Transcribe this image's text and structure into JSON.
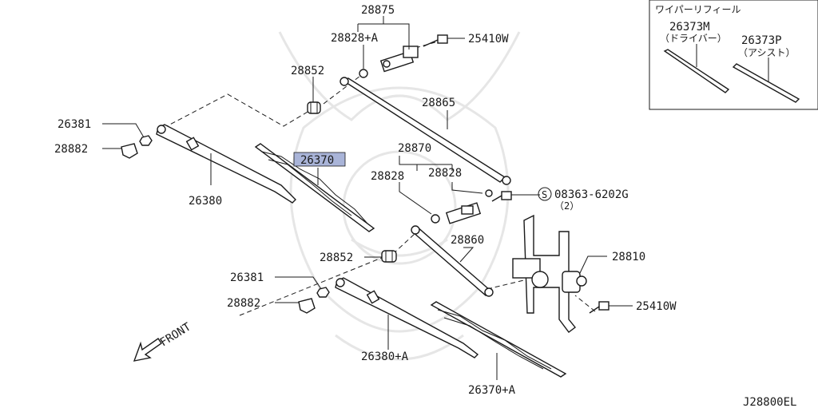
{
  "diagram_id": "J28800EL",
  "front_label": "FRONT",
  "highlight_color": "#a9b4d8",
  "inset": {
    "title": "ワイパーリフィール",
    "driver_part": "26373M",
    "driver_note": "（ドライバー）",
    "assist_part": "26373P",
    "assist_note": "（アシスト）"
  },
  "labels": {
    "p28875": "28875",
    "p28828A": "28828+A",
    "p25410W_top": "25410W",
    "p28852_top": "28852",
    "p28865": "28865",
    "p26381_top": "26381",
    "p28882_top": "28882",
    "p26370": "26370",
    "p28870": "28870",
    "p28828_l": "28828",
    "p28828_r": "28828",
    "p26380": "26380",
    "screw_code": "08363-6202G",
    "screw_symbol": "S",
    "screw_qty": "（2）",
    "p28860": "28860",
    "p28852_bot": "28852",
    "p28810": "28810",
    "p26381_bot": "26381",
    "p28882_bot": "28882",
    "p25410W_bot": "25410W",
    "p26380A": "26380+A",
    "p26370A": "26370+A"
  }
}
